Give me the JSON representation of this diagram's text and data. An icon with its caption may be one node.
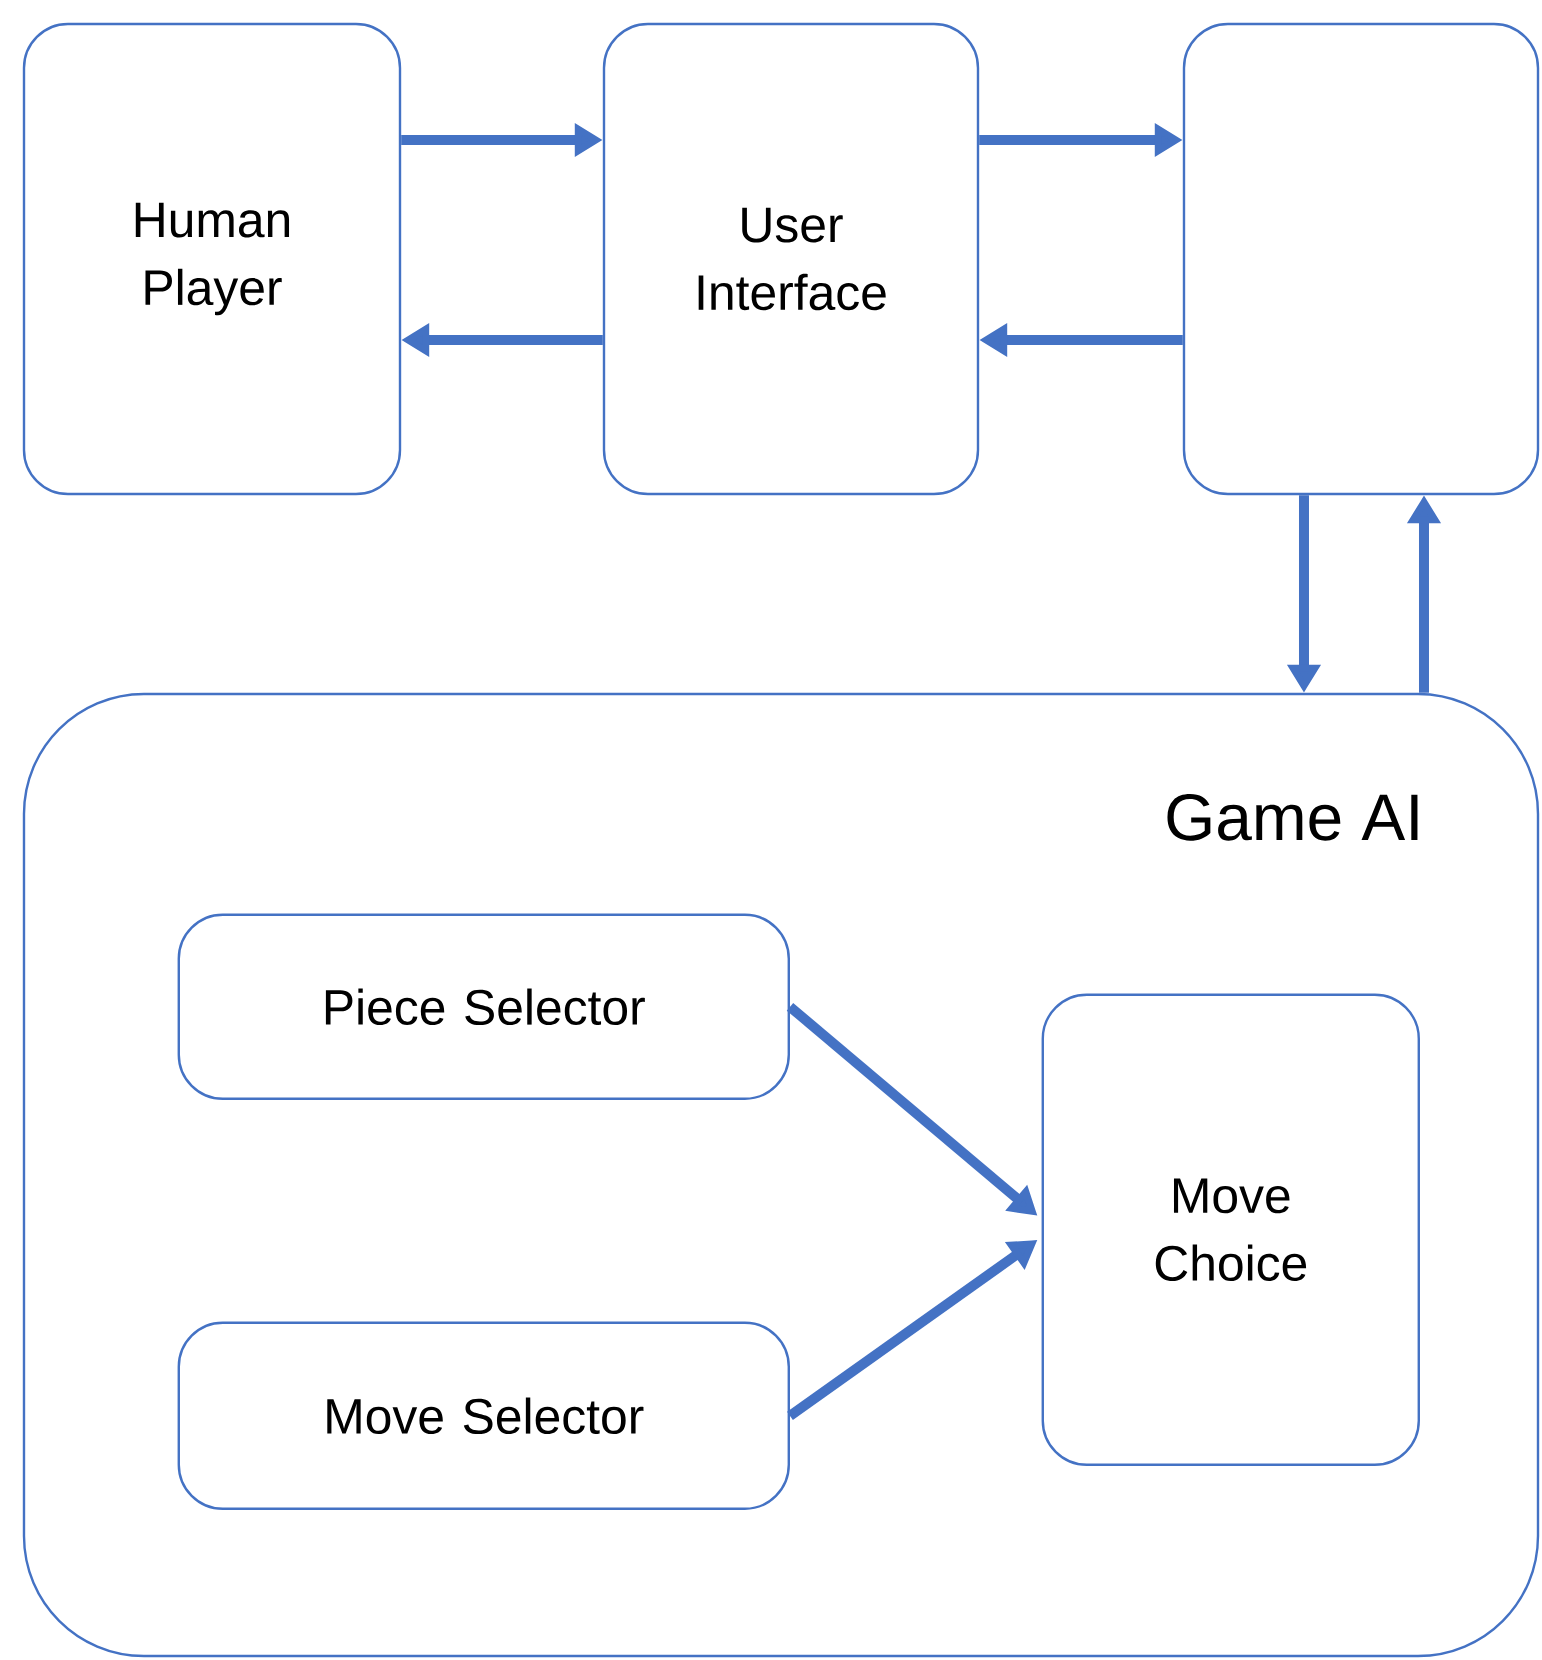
{
  "diagram": {
    "nodes": [
      {
        "text": [
          "Human Player"
        ]
      },
      {
        "text": [
          "User Interface"
        ]
      },
      {
        "text": [],
        "shape": "box"
      },
      {
        "text": [
          "Game AI"
        ]
      },
      {
        "text": [
          "Piece Selector"
        ],
        "in": 3
      },
      {
        "text": [
          "Move Selector"
        ],
        "in": 3
      },
      {
        "text": [
          "Move Choice"
        ],
        "in": 3
      }
    ],
    "edges": [
      {
        "from": 0,
        "to": 1,
        "arrow": "to"
      },
      {
        "from": 1,
        "to": 0,
        "arrow": "to"
      },
      {
        "from": 1,
        "to": 2,
        "arrow": "to"
      },
      {
        "from": 2,
        "to": 1,
        "arrow": "to"
      },
      {
        "from": 2,
        "to": 3,
        "arrow": "to"
      },
      {
        "from": 3,
        "to": 2,
        "arrow": "to"
      },
      {
        "from": 4,
        "to": 6,
        "arrow": "to"
      },
      {
        "from": 5,
        "to": 6,
        "arrow": "to"
      }
    ]
  }
}
